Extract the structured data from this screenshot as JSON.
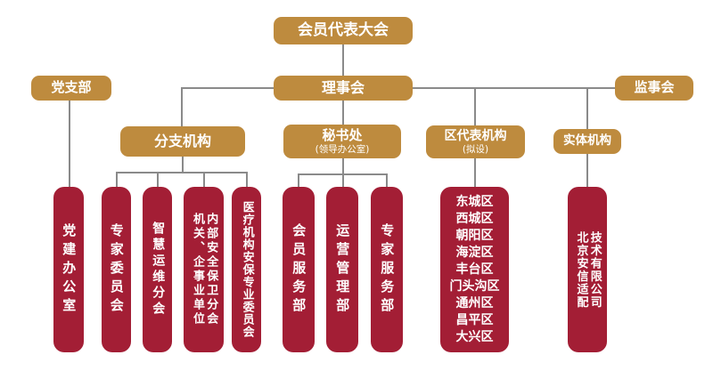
{
  "palette": {
    "gold": "#be8b3e",
    "red": "#a31e35",
    "line": "#8a8a8a",
    "text": "#ffffff",
    "bg": "#ffffff"
  },
  "nodes": {
    "assembly": {
      "label": "会员代表大会"
    },
    "party_branch": {
      "label": "党支部"
    },
    "council": {
      "label": "理事会"
    },
    "supervisors": {
      "label": "监事会"
    },
    "branches": {
      "label": "分支机构"
    },
    "secretariat": {
      "label": "秘书处",
      "sub": "(领导办公室)"
    },
    "district_rep": {
      "label": "区代表机构",
      "sub": "(拟设)"
    },
    "entity": {
      "label": "实体机构"
    }
  },
  "leaves": {
    "party_office": {
      "columns": [
        "党建办公室"
      ]
    },
    "expert_committee": {
      "columns": [
        "专家委员会"
      ]
    },
    "smart_ops": {
      "columns": [
        "智慧运维分会"
      ]
    },
    "internal_security": {
      "columns": [
        "机关、企事业单位",
        "内部安全保卫分会"
      ]
    },
    "medical_security": {
      "columns": [
        "医疗机构安保专业委员会"
      ]
    },
    "member_service": {
      "columns": [
        "会员服务部"
      ]
    },
    "operations": {
      "columns": [
        "运营管理部"
      ]
    },
    "expert_service": {
      "columns": [
        "专家服务部"
      ]
    },
    "company": {
      "columns": [
        "北京安信适配",
        "技术有限公司"
      ]
    }
  },
  "districts": [
    "东城区",
    "西城区",
    "朝阳区",
    "海淀区",
    "丰台区",
    "门头沟区",
    "通州区",
    "昌平区",
    "大兴区"
  ]
}
